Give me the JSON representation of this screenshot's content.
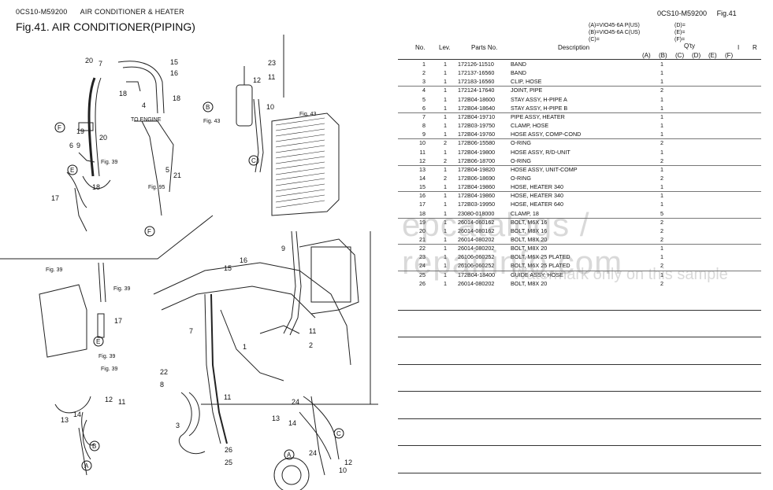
{
  "header": {
    "code": "0CS10-M59200",
    "group": "AIR CONDITIONER & HEATER",
    "fig_title": "Fig.41.  AIR CONDITIONER(PIPING)",
    "right_code": "0CS10-M59200",
    "right_fig": "Fig.41"
  },
  "models": {
    "a": "(A)=VIO45-6A P(US)",
    "b": "(B)=VIO45-6A C(US)",
    "c": "(C)=",
    "d": "(D)=",
    "e": "(E)=",
    "f": "(F)="
  },
  "table": {
    "col_no": "No.",
    "col_lev": "Lev.",
    "col_pn": "Parts No.",
    "col_desc": "Description",
    "col_qty": "Q'ty",
    "col_i": "I",
    "col_r": "R",
    "sub_cols": [
      "(A)",
      "(B)",
      "(C)",
      "(D)",
      "(E)",
      "(F)"
    ],
    "rows": [
      {
        "no": "1",
        "lev": "1",
        "pn": "172126-11510",
        "desc": "BAND",
        "b": "1"
      },
      {
        "no": "2",
        "lev": "1",
        "pn": "172137-16560",
        "desc": "BAND",
        "b": "1"
      },
      {
        "no": "3",
        "lev": "1",
        "pn": "172183-16560",
        "desc": "CLIP, HOSE",
        "b": "1"
      },
      {
        "no": "4",
        "lev": "1",
        "pn": "172124-17640",
        "desc": "JOINT, PIPE",
        "b": "2"
      },
      {
        "no": "5",
        "lev": "1",
        "pn": "172B04-18600",
        "desc": "STAY ASSY, H-PIPE A",
        "b": "1"
      },
      {
        "no": "6",
        "lev": "1",
        "pn": "172B04-18640",
        "desc": "STAY ASSY, H-PIPE B",
        "b": "1"
      },
      {
        "no": "7",
        "lev": "1",
        "pn": "172B04-19710",
        "desc": "PIPE ASSY, HEATER",
        "b": "1"
      },
      {
        "no": "8",
        "lev": "1",
        "pn": "172B03-19750",
        "desc": "CLAMP, HOSE",
        "b": "1"
      },
      {
        "no": "9",
        "lev": "1",
        "pn": "172B04-19760",
        "desc": "HOSE ASSY, COMP-COND",
        "b": "1"
      },
      {
        "no": "10",
        "lev": "2",
        "pn": "172B06-15580",
        "desc": "O-RING",
        "b": "2"
      },
      {
        "no": "11",
        "lev": "1",
        "pn": "172B04-19800",
        "desc": "HOSE ASSY, R/D-UNIT",
        "b": "1"
      },
      {
        "no": "12",
        "lev": "2",
        "pn": "172B06-18700",
        "desc": "O-RING",
        "b": "2"
      },
      {
        "no": "13",
        "lev": "1",
        "pn": "172B04-19820",
        "desc": "HOSE ASSY, UNIT-COMP",
        "b": "1"
      },
      {
        "no": "14",
        "lev": "2",
        "pn": "172B06-18690",
        "desc": "O-RING",
        "b": "2"
      },
      {
        "no": "15",
        "lev": "1",
        "pn": "172B04-19860",
        "desc": "HOSE, HEATER 340",
        "b": "1"
      },
      {
        "no": "16",
        "lev": "1",
        "pn": "172B04-19860",
        "desc": "HOSE, HEATER 340",
        "b": "1"
      },
      {
        "no": "17",
        "lev": "1",
        "pn": "172B03-19950",
        "desc": "HOSE, HEATER 640",
        "b": "1"
      },
      {
        "no": "18",
        "lev": "1",
        "pn": "23080-018000",
        "desc": "CLAMP, 18",
        "b": "5"
      },
      {
        "no": "19",
        "lev": "1",
        "pn": "26014-060162",
        "desc": "BOLT, M6X 16",
        "b": "2"
      },
      {
        "no": "20",
        "lev": "1",
        "pn": "26014-080162",
        "desc": "BOLT, M8X 16",
        "b": "2"
      },
      {
        "no": "21",
        "lev": "1",
        "pn": "26014-080202",
        "desc": "BOLT, M8X 20",
        "b": "2"
      },
      {
        "no": "22",
        "lev": "1",
        "pn": "26014-080202",
        "desc": "BOLT, M8X 20",
        "b": "1"
      },
      {
        "no": "23",
        "lev": "1",
        "pn": "26106-060252",
        "desc": "BOLT, M6X 25 PLATED",
        "b": "1"
      },
      {
        "no": "24",
        "lev": "1",
        "pn": "26106-060252",
        "desc": "BOLT, M6X 25 PLATED",
        "b": "2"
      },
      {
        "no": "25",
        "lev": "1",
        "pn": "172B04-18400",
        "desc": "GUIDE ASSY, HOSE",
        "b": "1"
      },
      {
        "no": "26",
        "lev": "1",
        "pn": "26014-080202",
        "desc": "BOLT, M8X 20",
        "b": "2"
      }
    ]
  },
  "watermark": {
    "main": "epcatalogs / repairinfo.com",
    "sub": "Watermark only on this sample"
  },
  "diagram": {
    "callouts": [
      "1",
      "2",
      "3",
      "4",
      "5",
      "6",
      "7",
      "8",
      "9",
      "10",
      "11",
      "12",
      "13",
      "14",
      "15",
      "16",
      "17",
      "18",
      "19",
      "20",
      "21",
      "22",
      "23",
      "24",
      "25",
      "26"
    ],
    "fig_refs": [
      "Fig. 39",
      "Fig. 43",
      "Fig. 95"
    ],
    "engine_label": "TO ENGINE",
    "circle_letters": [
      "A",
      "B",
      "C",
      "E",
      "F"
    ]
  }
}
